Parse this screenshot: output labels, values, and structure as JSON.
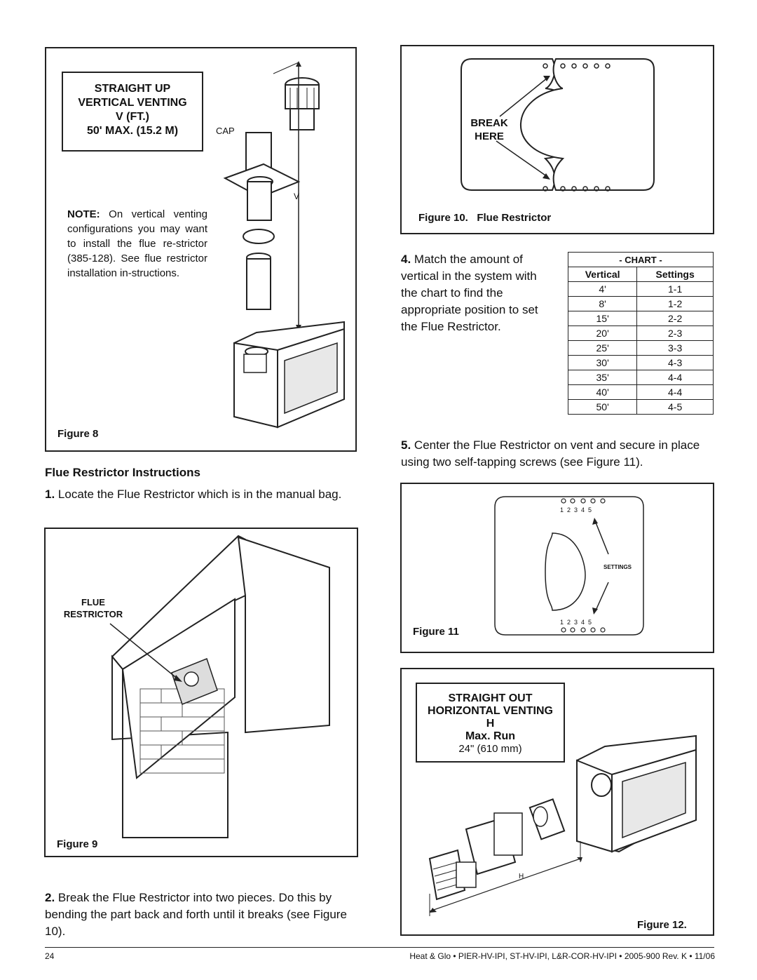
{
  "fig8": {
    "title_lines": [
      "STRAIGHT UP",
      "VERTICAL VENTING",
      "V (FT.)",
      "50' MAX. (15.2 M)"
    ],
    "cap_label": "CAP",
    "v_label": "V",
    "note_bold": "NOTE:",
    "note_text": "On vertical venting configurations you may want to install the flue re-strictor (385-128). See flue restrictor installation in-structions.",
    "caption": "Figure 8"
  },
  "section_title": "Flue Restrictor Instructions",
  "steps": {
    "s1_num": "1.",
    "s1_text": "Locate the Flue Restrictor which is in the manual bag.",
    "s2_num": "2.",
    "s2_text": "Break the Flue Restrictor into two pieces. Do this by bending the part back and forth until it breaks (see Figure 10).",
    "s4_num": "4.",
    "s4_text": "Match the amount of vertical in the system with the chart to find the appropriate position to set the Flue Restrictor.",
    "s5_num": "5.",
    "s5_text": "Center the Flue Restrictor on vent  and secure in place using two self-tapping screws (see Figure 11)."
  },
  "fig9": {
    "label_lines": [
      "FLUE",
      "RESTRICTOR"
    ],
    "caption": "Figure 9"
  },
  "fig10": {
    "label_lines": [
      "BREAK",
      "HERE"
    ],
    "caption": "Figure 10.   Flue Restrictor"
  },
  "chart": {
    "title": "- CHART -",
    "col_vertical": "Vertical",
    "col_settings": "Settings",
    "rows": [
      [
        "4'",
        "1-1"
      ],
      [
        "8'",
        "1-2"
      ],
      [
        "15'",
        "2-2"
      ],
      [
        "20'",
        "2-3"
      ],
      [
        "25'",
        "3-3"
      ],
      [
        "30'",
        "4-3"
      ],
      [
        "35'",
        "4-4"
      ],
      [
        "40'",
        "4-4"
      ],
      [
        "50'",
        "4-5"
      ]
    ]
  },
  "fig11": {
    "top_numbers": "1  2  3  4  5",
    "bottom_numbers": "1  2  3  4  5",
    "settings_label": "SETTINGS",
    "caption": "Figure 11"
  },
  "fig12": {
    "title_lines": [
      "STRAIGHT OUT",
      "HORIZONTAL VENTING",
      "H",
      "Max. Run"
    ],
    "run_value": "24\" (610 mm)",
    "h_label": "H",
    "caption": "Figure 12."
  },
  "footer": {
    "page_number": "24",
    "text": "Heat & Glo • PIER-HV-IPI, ST-HV-IPI, L&R-COR-HV-IPI • 2005-900  Rev. K • 11/06"
  }
}
